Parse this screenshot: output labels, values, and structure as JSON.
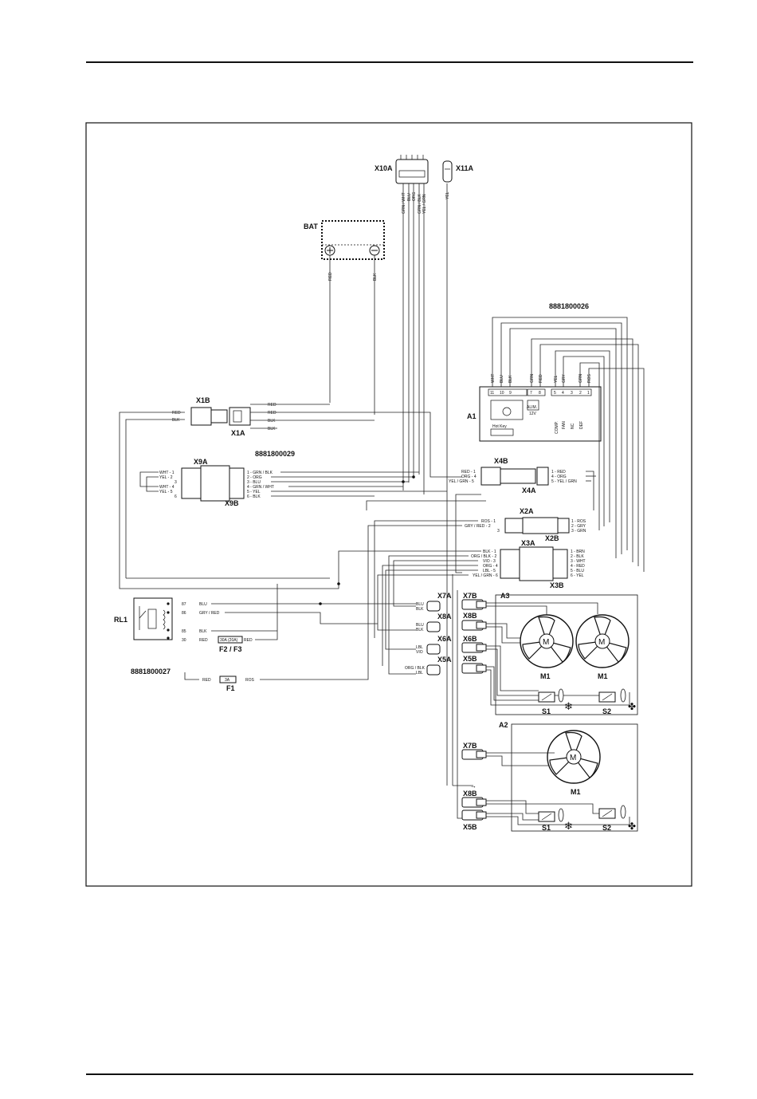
{
  "components": {
    "x10a": "X10A",
    "x11a": "X11A",
    "bat": "BAT",
    "x1b": "X1B",
    "x1a": "X1A",
    "pn_top": "8881800026",
    "a1": "A1",
    "pn_mid": "8881800029",
    "x9a": "X9A",
    "x9b": "X9B",
    "x4b": "X4B",
    "x4a": "X4A",
    "x2a": "X2A",
    "x2b": "X2B",
    "x3a": "X3A",
    "x3b": "X3B",
    "rl1": "RL1",
    "f23": "F2 / F3",
    "pn_bot": "8881800027",
    "f1": "F1",
    "x7a": "X7A",
    "x8a": "X8A",
    "x6a": "X6A",
    "x5a": "X5A",
    "x7b": "X7B",
    "x8b": "X8B",
    "x6b": "X6B",
    "x5b": "X5B",
    "a3": "A3",
    "a2": "A2",
    "m1": "M1",
    "s1": "S1",
    "s2": "S2",
    "fuse23": "30A (20A)",
    "fuse1": "3A"
  },
  "x10a_wires": [
    "GRN / WHT",
    "BLU",
    "ORG",
    "GRN / BLK",
    "YEL / GRN"
  ],
  "x11a_wire": "YEL",
  "bat_wires": [
    "RED",
    "BLK"
  ],
  "a1_wires": [
    "WHT",
    "BLU",
    "BLK",
    "GRN",
    "RED",
    "YEL",
    "GRY",
    "GRN",
    "ROS"
  ],
  "a1_terminals": [
    "11",
    "10",
    "9",
    "7",
    "8",
    "5",
    "4",
    "3",
    "2",
    "1"
  ],
  "a1_text": {
    "alim": "ALIM.",
    "v12": "12V",
    "hotkey": "Hot Key",
    "comp": "COMP.",
    "fan": "FAN",
    "nc": "NC",
    "def": "DEF"
  },
  "x1_left": [
    "RED",
    "BLK"
  ],
  "x1_right": [
    "RED",
    "RED",
    "BLK",
    "BLK"
  ],
  "x9a_left": [
    "WHT - 1",
    "YEL - 2",
    "3",
    "WHT - 4",
    "YEL - 5",
    "6"
  ],
  "x9b_right": [
    "1 - GRN / BLK",
    "2 - ORG",
    "3 - BLU",
    "4 - GRN / WHT",
    "5 - YEL",
    "6 - BLK"
  ],
  "x4b_left": [
    "RED - 1",
    "ORG - 4",
    "YEL / GRN - 5"
  ],
  "x4a_right": [
    "1 - RED",
    "4 - ORG",
    "5 - YEL / GRN"
  ],
  "x2a_left": [
    "ROS - 1",
    "GRY / RED - 2",
    "3"
  ],
  "x2b_right": [
    "1 - ROS",
    "2 - GRY",
    "3 - GRN"
  ],
  "x3a_left": [
    "BLK - 1",
    "ORG / BLK - 2",
    "VIO - 3",
    "ORG - 4",
    "LBL - 5",
    "YEL / GRN - 6"
  ],
  "x3b_right": [
    "1 - BRN",
    "2 - BLK",
    "3 - WHT",
    "4 - RED",
    "5 - BLU",
    "6 - YEL"
  ],
  "relay_rows": [
    "87",
    "86",
    "85",
    "30"
  ],
  "relay_wires": [
    "BLU",
    "GRY / RED",
    "BLK",
    "RED",
    "RED"
  ],
  "f1_wires": [
    "RED",
    "ROS"
  ],
  "x7a_wires": [
    "BLU",
    "BLK"
  ],
  "x8a_wires": [
    "BLU",
    "BLK"
  ],
  "x6a_wires": [
    "LBL",
    "VIO"
  ],
  "x5a_wires": [
    "ORG / BLK",
    "LBL"
  ]
}
